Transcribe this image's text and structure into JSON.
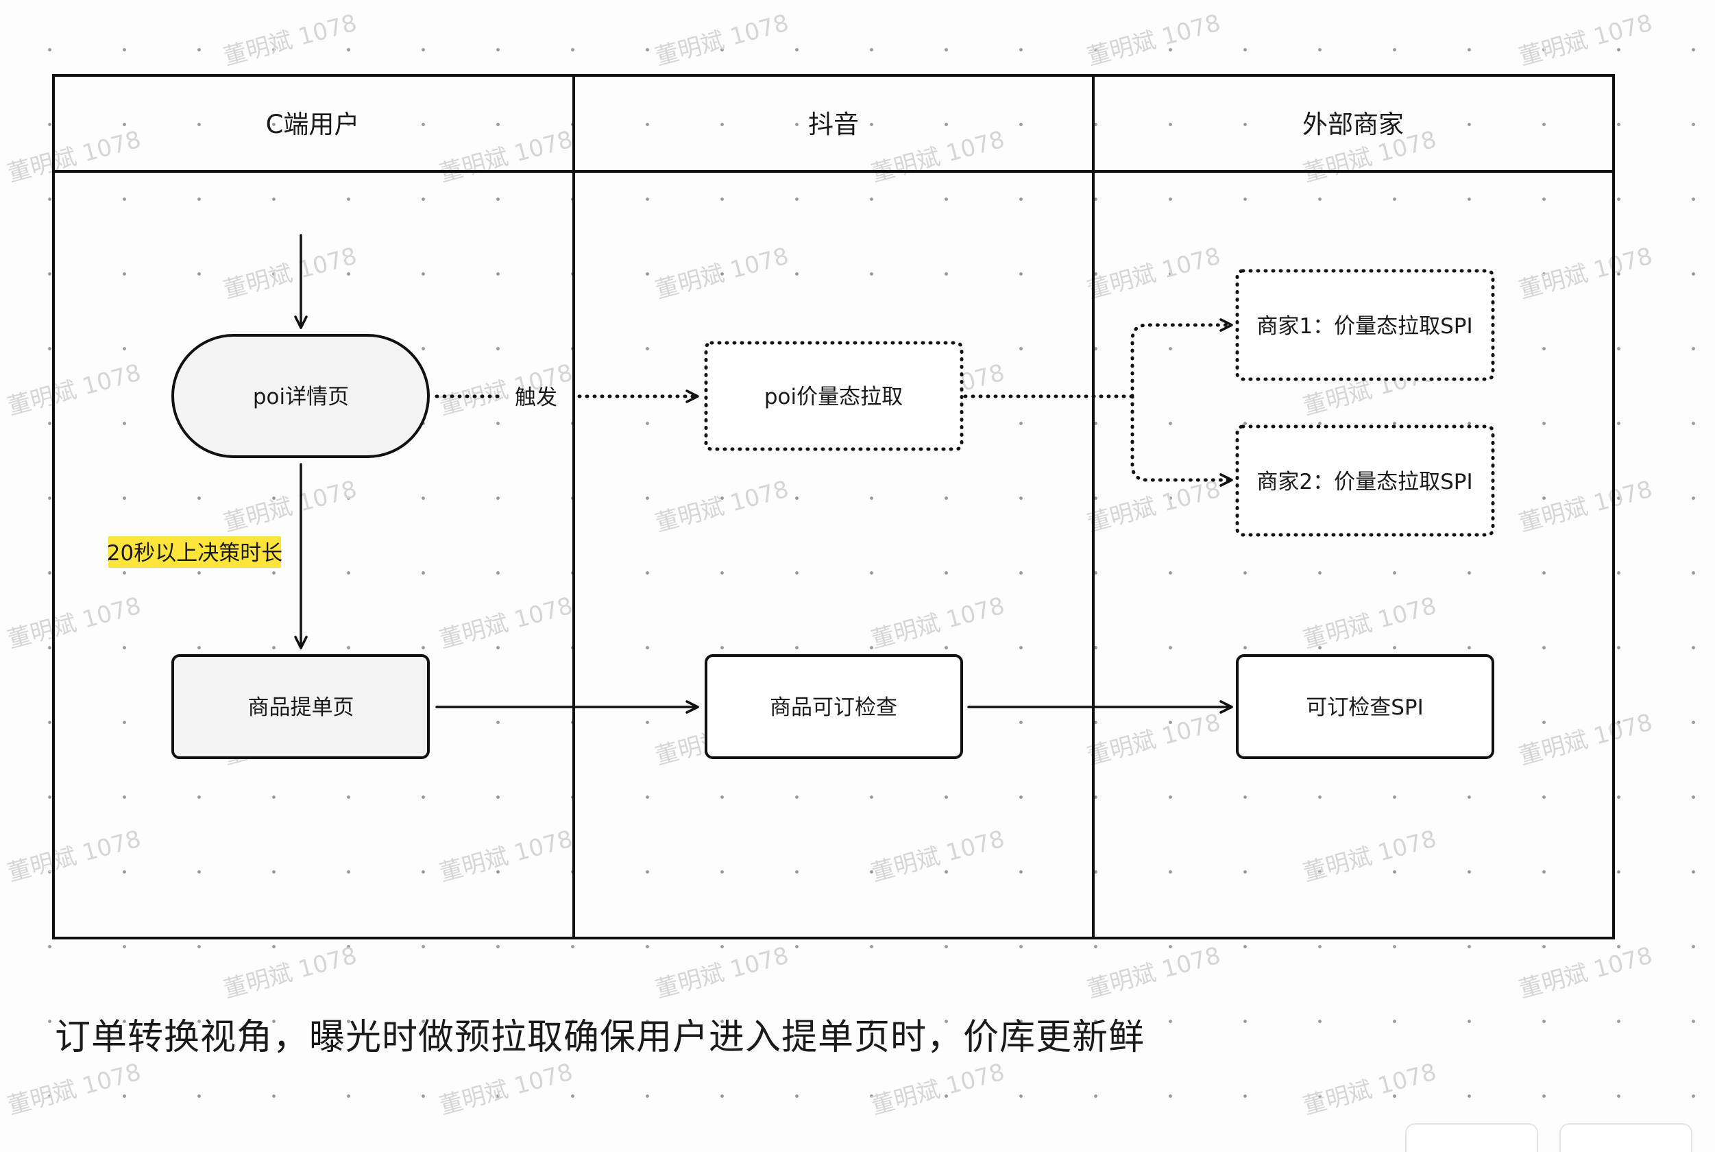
{
  "lanes": [
    {
      "id": "c-user",
      "title": "C端用户"
    },
    {
      "id": "douyin",
      "title": "抖音"
    },
    {
      "id": "merchant",
      "title": "外部商家"
    }
  ],
  "nodes": {
    "poi_detail": "poi详情页",
    "product_order": "商品提单页",
    "poi_price_fetch": "poi价量态拉取",
    "product_check": "商品可订检查",
    "merchant1_spi": "商家1：价量态拉取SPI",
    "merchant2_spi": "商家2：价量态拉取SPI",
    "check_spi": "可订检查SPI"
  },
  "edge_labels": {
    "trigger": "触发",
    "decision_time": "20秒以上决策时长"
  },
  "caption": "订单转换视角，曝光时做预拉取确保用户进入提单页时，价库更新鲜",
  "watermark": "董明斌 1078",
  "colors": {
    "stroke": "#111111",
    "node_fill_gray": "#f3f3f3",
    "highlight": "#ffe53b"
  }
}
